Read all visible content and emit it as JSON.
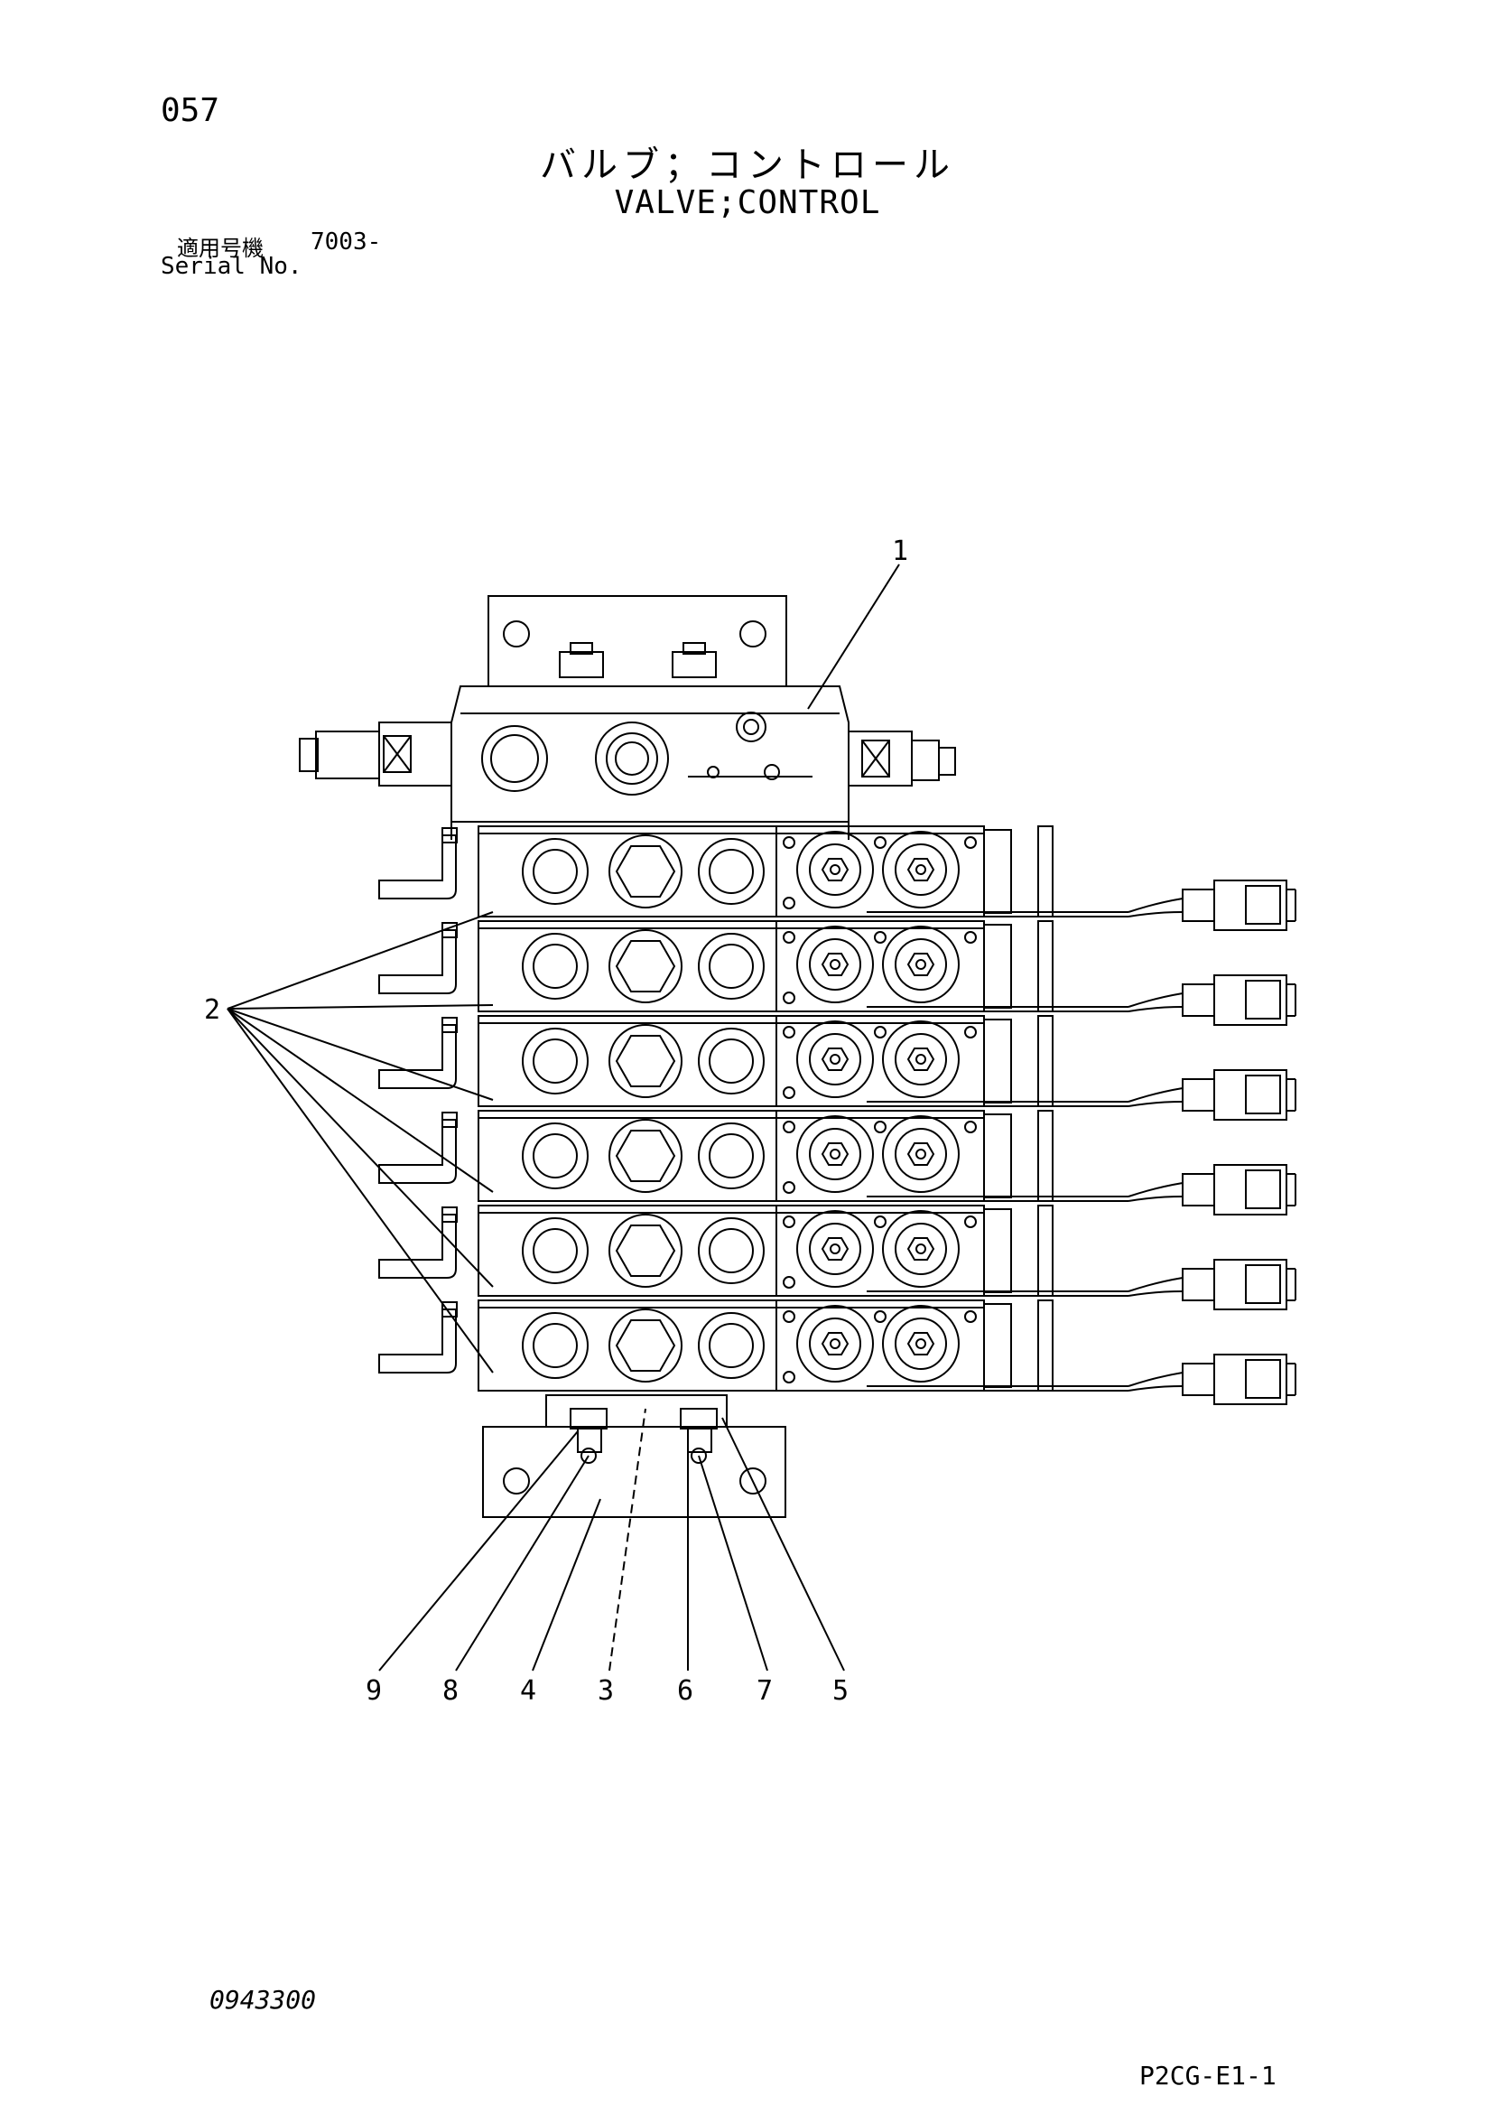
{
  "header": {
    "page_number": "057",
    "title_jp": "バルブ；コントロール",
    "title_en": "VALVE;CONTROL",
    "serial_label_jp": "適用号機",
    "serial_value": "7003-",
    "serial_label_en": "Serial No."
  },
  "footer": {
    "drawing_number": "0943300",
    "sheet_code": "P2CG-E1-1"
  },
  "callouts": [
    "1",
    "2",
    "9",
    "8",
    "4",
    "3",
    "6",
    "7",
    "5"
  ],
  "colors": {
    "line": "#000000",
    "paper": "#ffffff"
  }
}
